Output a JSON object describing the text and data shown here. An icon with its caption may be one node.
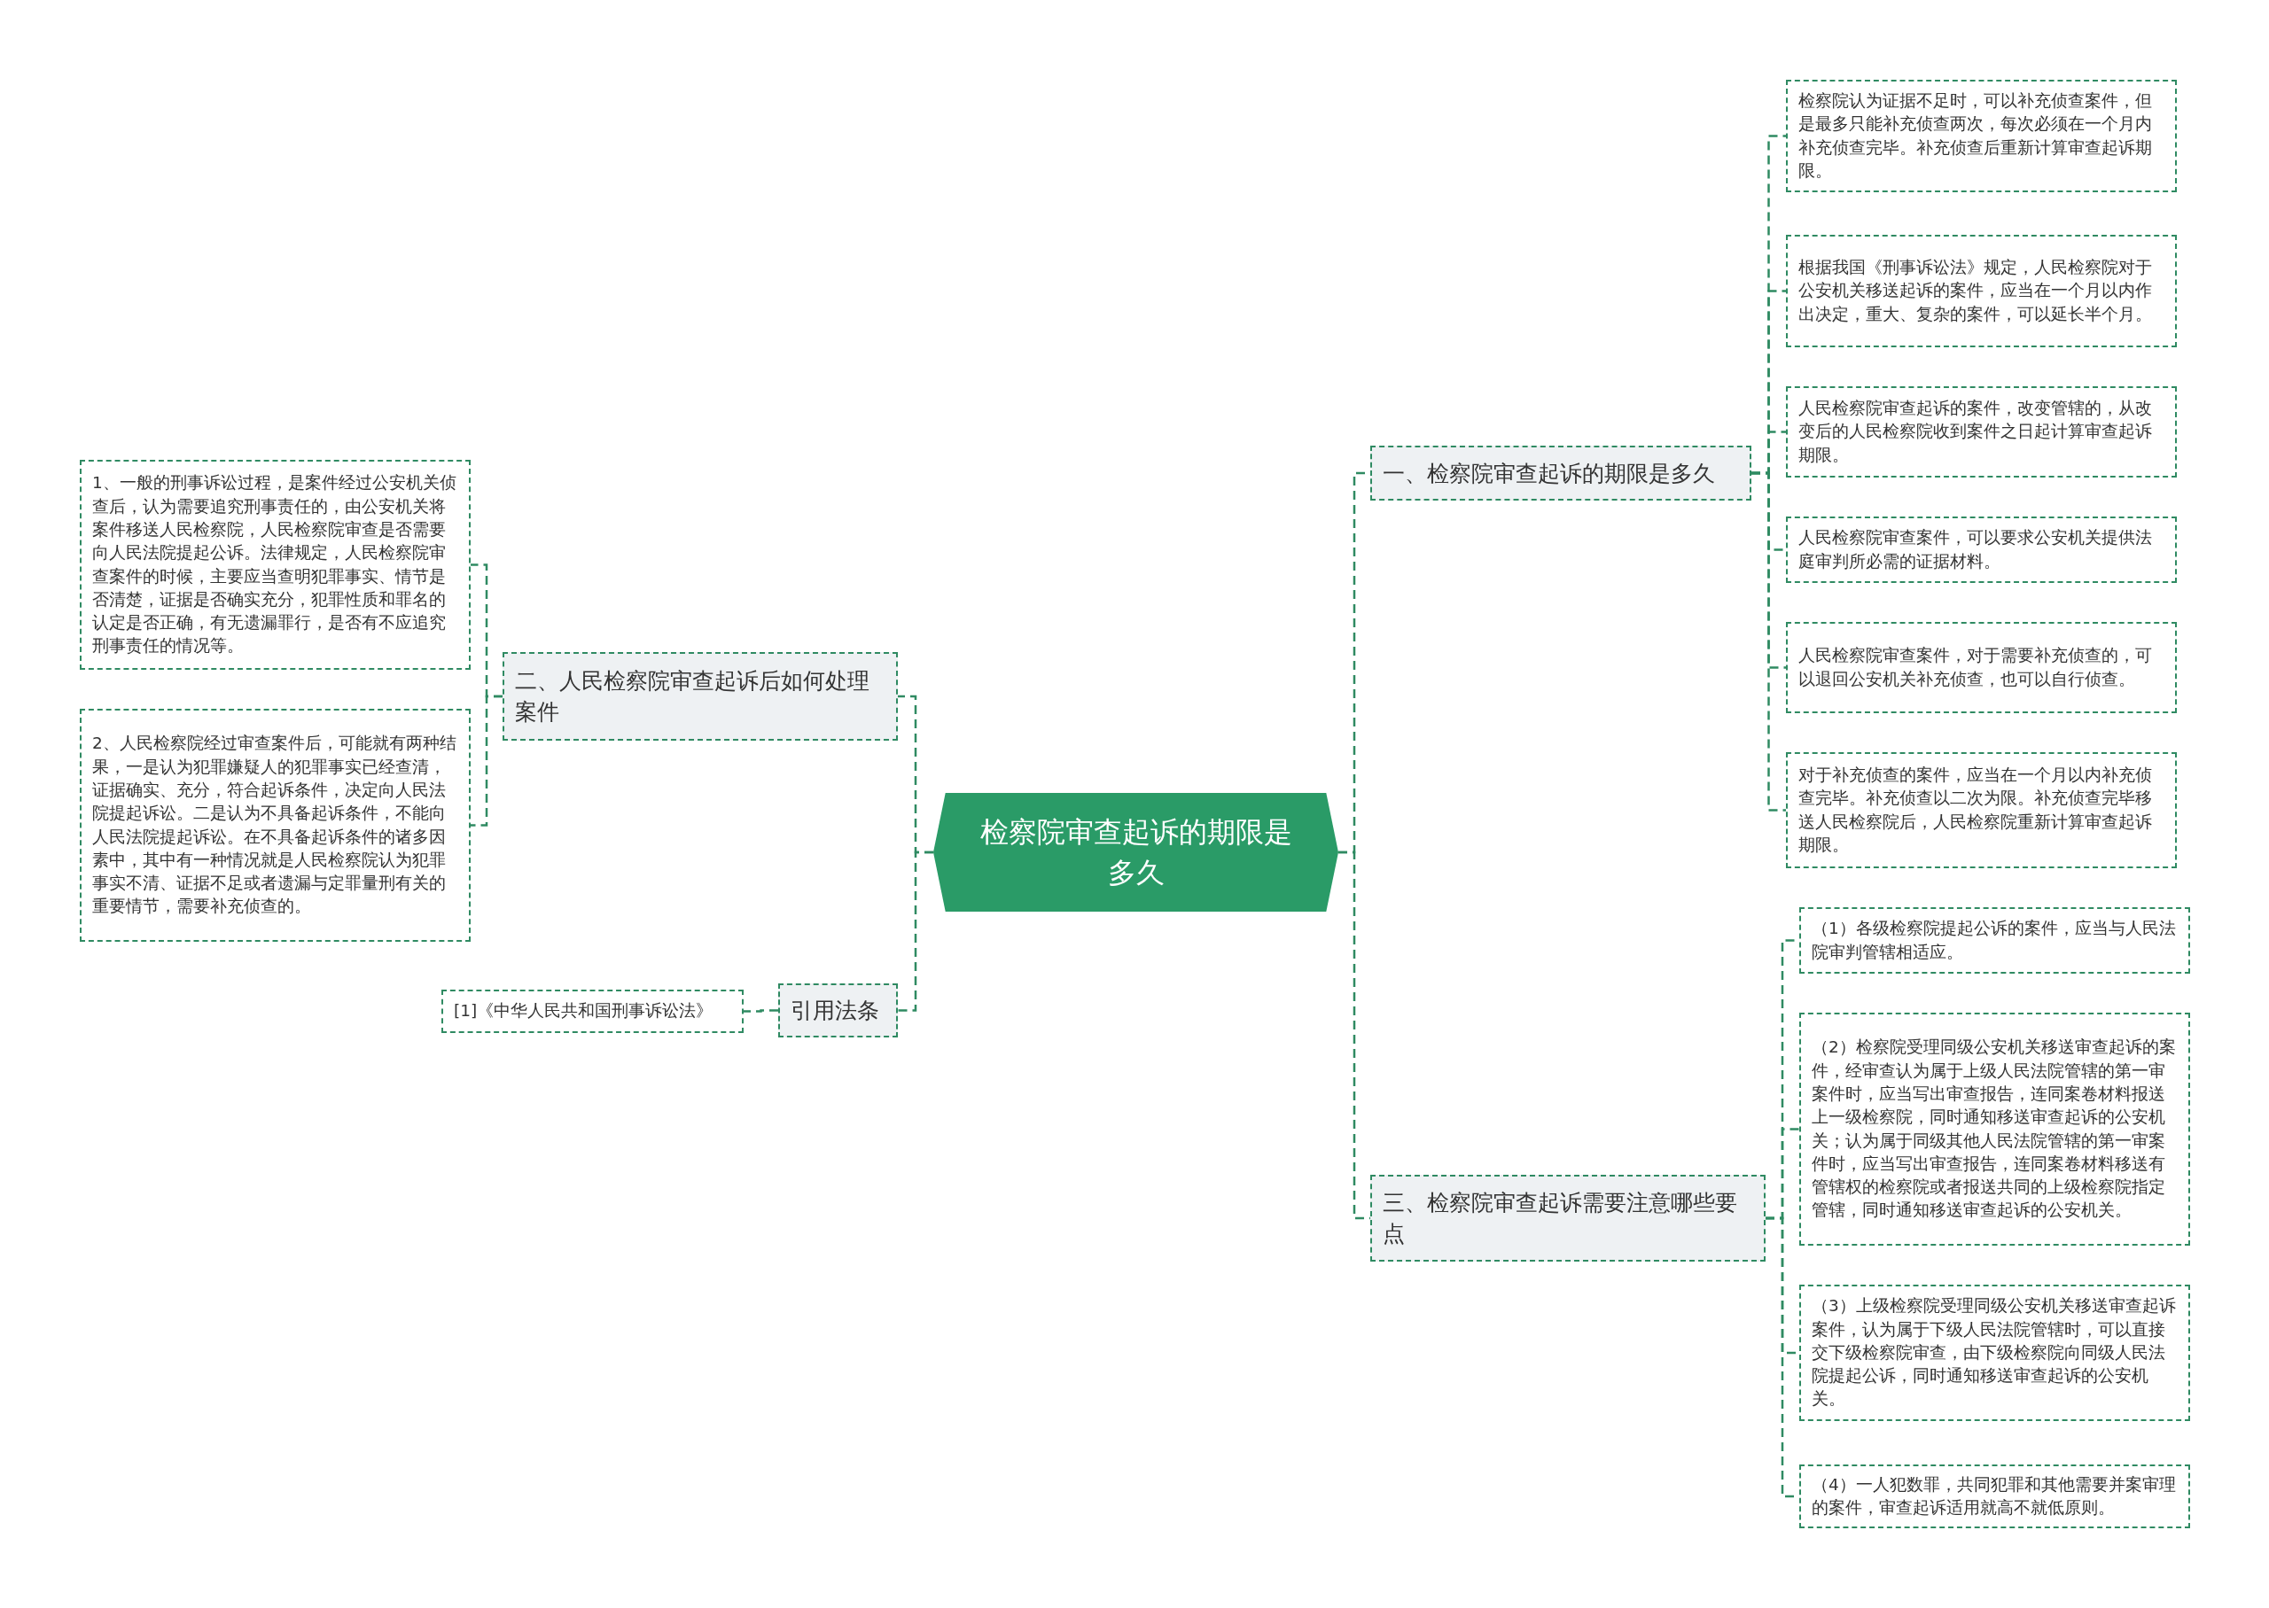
{
  "diagram": {
    "nodes": [
      {
        "text": [
          "检察院审查起诉的期限是多久"
        ]
      },
      {
        "text": [
          "一、检察院审查起诉的期限是多久"
        ]
      },
      {
        "text": [
          "检察院认为证据不足时，可以补充侦查案件，但是最多只能补充侦查两次，每次必须在一个月内补充侦查完毕。补充侦查后重新计算审查起诉期限。"
        ]
      },
      {
        "text": [
          "根据我国《刑事诉讼法》规定，人民检察院对于公安机关移送起诉的案件，应当在一个月以内作出决定，重大、复杂的案件，可以延长半个月。"
        ]
      },
      {
        "text": [
          "人民检察院审查起诉的案件，改变管辖的，从改变后的人民检察院收到案件之日起计算审查起诉期限。"
        ]
      },
      {
        "text": [
          "人民检察院审查案件，可以要求公安机关提供法庭审判所必需的证据材料。"
        ]
      },
      {
        "text": [
          "人民检察院审查案件，对于需要补充侦查的，可以退回公安机关补充侦查，也可以自行侦查。"
        ]
      },
      {
        "text": [
          "对于补充侦查的案件，应当在一个月以内补充侦查完毕。补充侦查以二次为限。补充侦查完毕移送人民检察院后，人民检察院重新计算审查起诉期限。"
        ]
      },
      {
        "text": [
          "三、检察院审查起诉需要注意哪些要点"
        ]
      },
      {
        "text": [
          "（1）各级检察院提起公诉的案件，应当与人民法院审判管辖相适应。"
        ]
      },
      {
        "text": [
          "（2）检察院受理同级公安机关移送审查起诉的案件，经审查认为属于上级人民法院管辖的第一审案件时，应当写出审查报告，连同案卷材料报送上一级检察院，同时通知移送审查起诉的公安机关；认为属于同级其他人民法院管辖的第一审案件时，应当写出审查报告，连同案卷材料移送有管辖权的检察院或者报送共同的上级检察院指定管辖，同时通知移送审查起诉的公安机关。"
        ]
      },
      {
        "text": [
          "（3）上级检察院受理同级公安机关移送审查起诉案件，认为属于下级人民法院管辖时，可以直接交下级检察院审查，由下级检察院向同级人民法院提起公诉，同时通知移送审查起诉的公安机关。"
        ]
      },
      {
        "text": [
          "（4）一人犯数罪，共同犯罪和其他需要并案审理的案件，审查起诉适用就高不就低原则。"
        ]
      },
      {
        "text": [
          "二、人民检察院审查起诉后如何处理案件"
        ]
      },
      {
        "text": [
          "1、一般的刑事诉讼过程，是案件经过公安机关侦查后，认为需要追究刑事责任的，由公安机关将案件移送人民检察院，人民检察院审查是否需要向人民法院提起公诉。法律规定，人民检察院审查案件的时候，主要应当查明犯罪事实、情节是否清楚，证据是否确实充分，犯罪性质和罪名的认定是否正确，有无遗漏罪行，是否有不应追究刑事责任的情况等。"
        ]
      },
      {
        "text": [
          "2、人民检察院经过审查案件后，可能就有两种结果，一是认为犯罪嫌疑人的犯罪事实已经查清，证据确实、充分，符合起诉条件，决定向人民法院提起诉讼。二是认为不具备起诉条件，不能向人民法院提起诉讼。在不具备起诉条件的诸多因素中，其中有一种情况就是人民检察院认为犯罪事实不清、证据不足或者遗漏与定罪量刑有关的重要情节，需要补充侦查的。"
        ]
      },
      {
        "text": [
          "引用法条"
        ]
      },
      {
        "text": [
          "[1]《中华人民共和国刑事诉讼法》"
        ]
      }
    ],
    "edges": [
      {
        "from": 0,
        "to": 1,
        "arrow": "none"
      },
      {
        "from": 1,
        "to": 2,
        "arrow": "none"
      },
      {
        "from": 1,
        "to": 3,
        "arrow": "none"
      },
      {
        "from": 1,
        "to": 4,
        "arrow": "none"
      },
      {
        "from": 1,
        "to": 5,
        "arrow": "none"
      },
      {
        "from": 1,
        "to": 6,
        "arrow": "none"
      },
      {
        "from": 1,
        "to": 7,
        "arrow": "none"
      },
      {
        "from": 0,
        "to": 8,
        "arrow": "none"
      },
      {
        "from": 8,
        "to": 9,
        "arrow": "none"
      },
      {
        "from": 8,
        "to": 10,
        "arrow": "none"
      },
      {
        "from": 8,
        "to": 11,
        "arrow": "none"
      },
      {
        "from": 8,
        "to": 12,
        "arrow": "none"
      },
      {
        "from": 0,
        "to": 13,
        "arrow": "none"
      },
      {
        "from": 13,
        "to": 14,
        "arrow": "none"
      },
      {
        "from": 13,
        "to": 15,
        "arrow": "none"
      },
      {
        "from": 0,
        "to": 16,
        "arrow": "none"
      },
      {
        "from": 16,
        "to": 17,
        "arrow": "none"
      }
    ]
  }
}
